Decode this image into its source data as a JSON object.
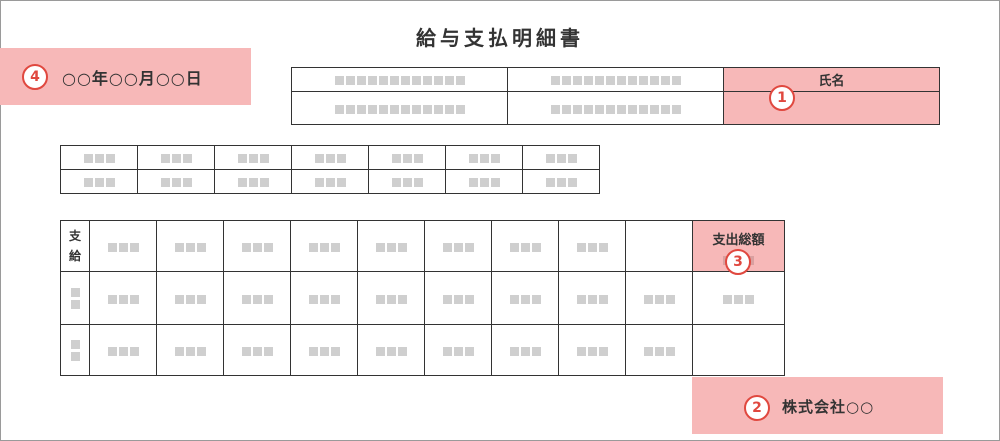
{
  "title": "給与支払明細書",
  "date": {
    "marker": "4",
    "text": "○○年○○月○○日"
  },
  "name_label": "氏名",
  "name_marker": "1",
  "total_label": "支出総額",
  "total_marker": "3",
  "pay_label_1": "支",
  "pay_label_2": "給",
  "company": {
    "marker": "2",
    "text": "株式会社○○"
  },
  "colors": {
    "highlight": "#f7b8b8",
    "marker": "#e0483f",
    "placeholder": "#cfcfcf",
    "border": "#333333"
  },
  "placeholder_block_counts": {
    "header_cells": 12,
    "grid_cells": 3,
    "side_marks": 2
  }
}
